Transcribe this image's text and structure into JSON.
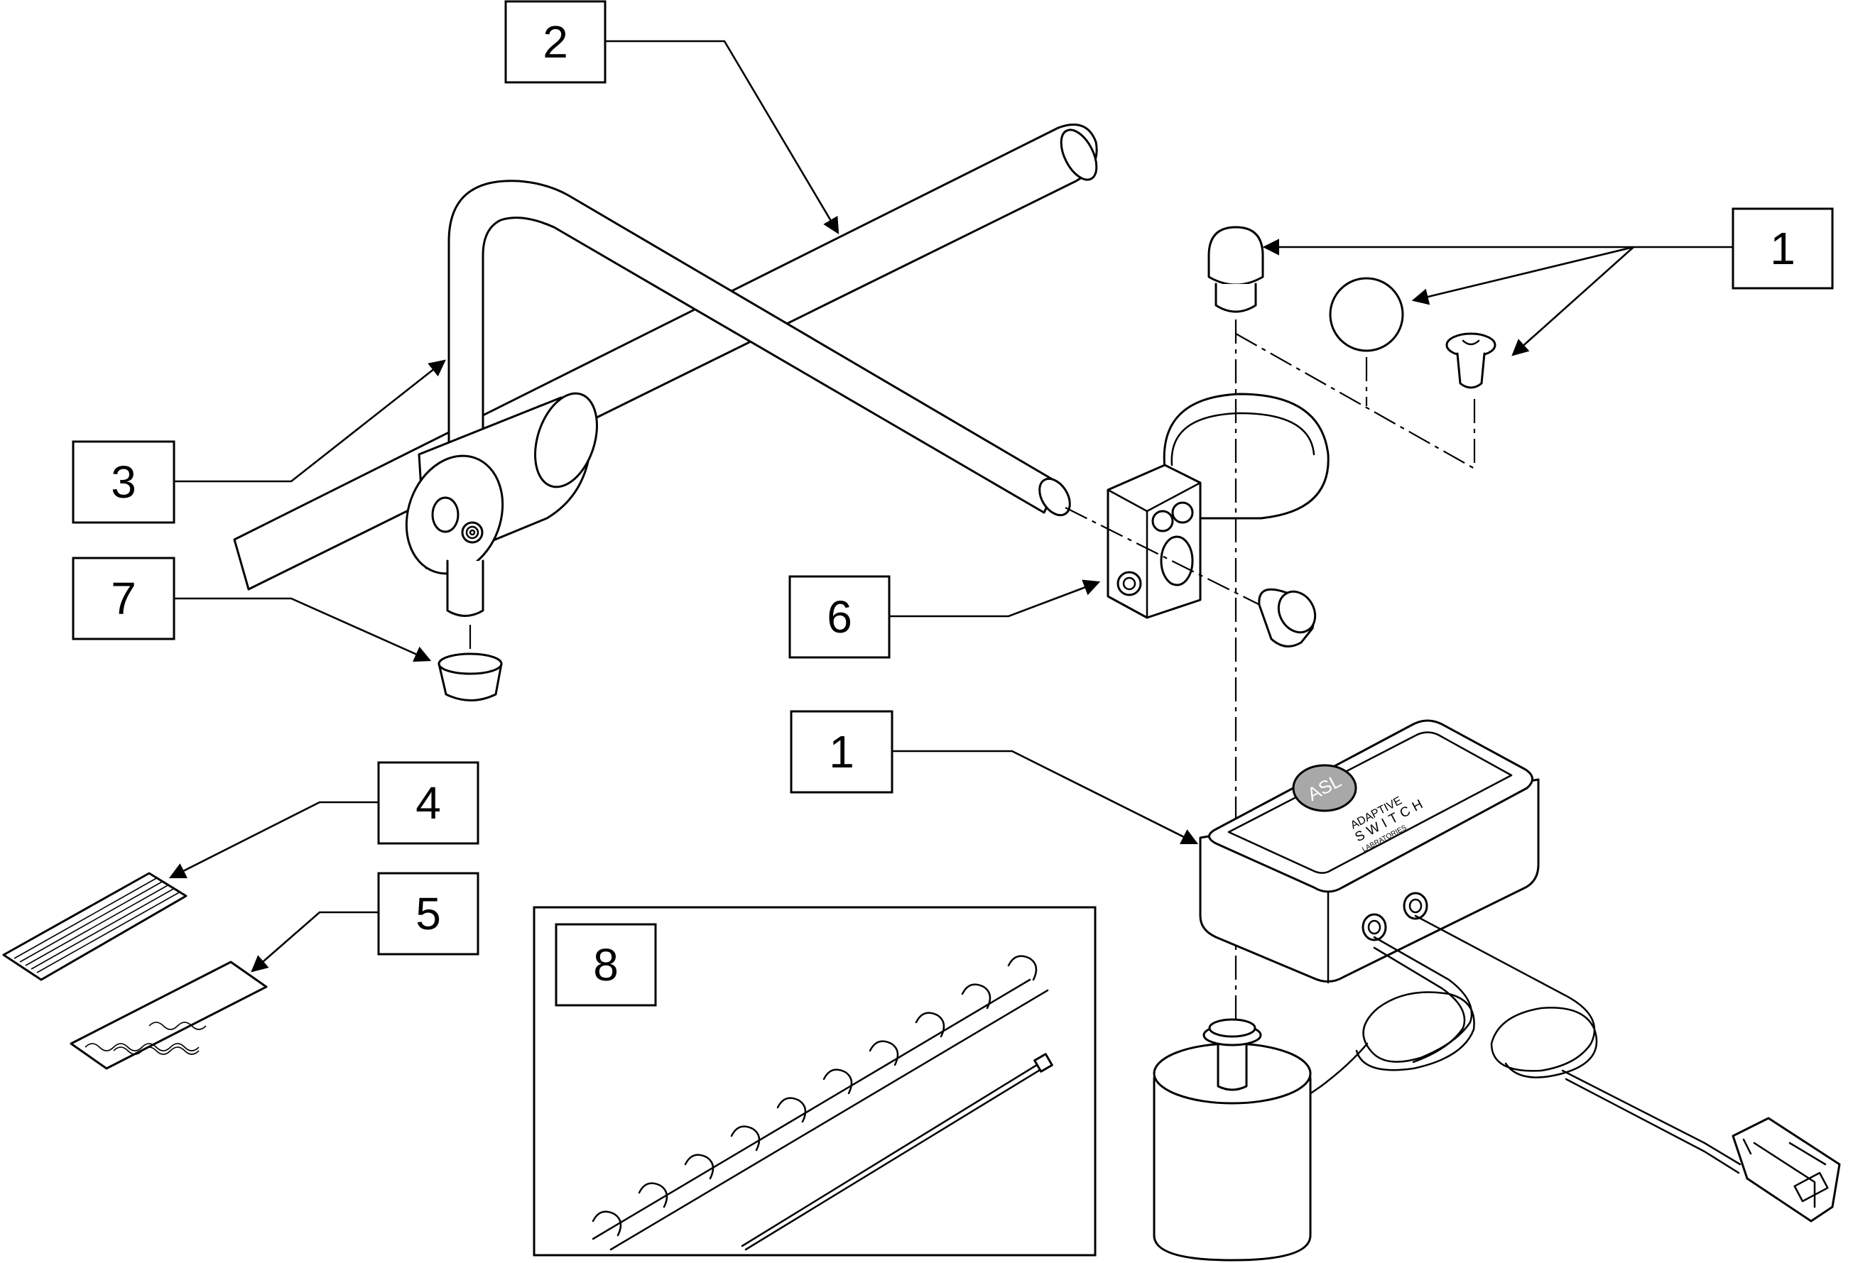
{
  "diagram": {
    "callouts": {
      "c1_top": "1",
      "c2": "2",
      "c3": "3",
      "c7": "7",
      "c6": "6",
      "c1_mid": "1",
      "c4": "4",
      "c5": "5",
      "c8": "8"
    },
    "switch_box": {
      "logo": "ASL",
      "brand_line1": "ADAPTIVE",
      "brand_line2": "SWITCH",
      "brand_line3": "LABRATORIES"
    }
  }
}
